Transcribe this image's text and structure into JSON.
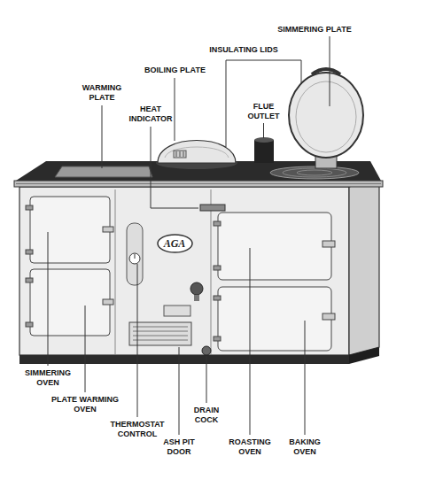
{
  "diagram": {
    "nodes": [
      {
        "text": [
          "AGA"
        ]
      }
    ],
    "labels": [
      "SIMMERING PLATE",
      "INSULATING LIDS",
      "BOILING PLATE",
      "WARMING PLATE",
      "FLUE OUTLET",
      "HEAT INDICATOR",
      "SIMMERING OVEN",
      "PLATE WARMING OVEN",
      "THERMOSTAT CONTROL",
      "DRAIN COCK",
      "ASH PIT DOOR",
      "ROASTING OVEN",
      "BAKING OVEN"
    ]
  }
}
